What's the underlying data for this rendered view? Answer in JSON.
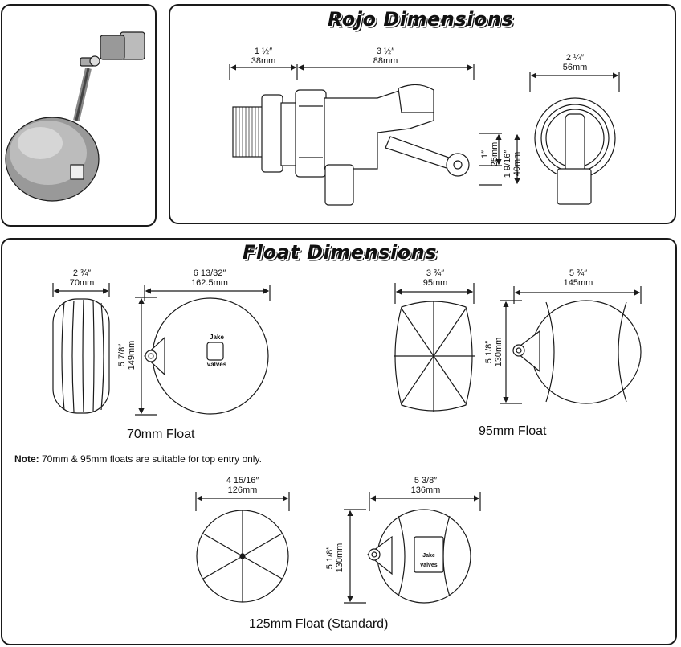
{
  "rojo": {
    "title": "Rojo Dimensions",
    "dims": {
      "thread_in": "1 ½″",
      "thread_mm": "38mm",
      "body_in": "3 ½″",
      "body_mm": "88mm",
      "width_in": "2 ¼″",
      "width_mm": "56mm",
      "arm1_in": "1″",
      "arm1_mm": "25mm",
      "arm2_in": "1 9/16″",
      "arm2_mm": "40mm"
    }
  },
  "floats": {
    "title": "Float Dimensions",
    "note_label": "Note:",
    "note_text": " 70mm & 95mm floats are suitable for top entry only.",
    "items": [
      {
        "caption": "70mm Float",
        "w_in": "2 ¾″",
        "w_mm": "70mm",
        "l_in": "6 13/32″",
        "l_mm": "162.5mm",
        "h_in": "5 7/8″",
        "h_mm": "149mm"
      },
      {
        "caption": "95mm Float",
        "w_in": "3 ¾″",
        "w_mm": "95mm",
        "l_in": "5 ¾″",
        "l_mm": "145mm",
        "h_in": "5 1/8″",
        "h_mm": "130mm"
      },
      {
        "caption": "125mm Float (Standard)",
        "w_in": "4 15/16″",
        "w_mm": "126mm",
        "l_in": "5 3/8″",
        "l_mm": "136mm",
        "h_in": "5 1/8″",
        "h_mm": "130mm"
      }
    ]
  },
  "brand": {
    "line1": "Jake",
    "line2": "valves"
  }
}
